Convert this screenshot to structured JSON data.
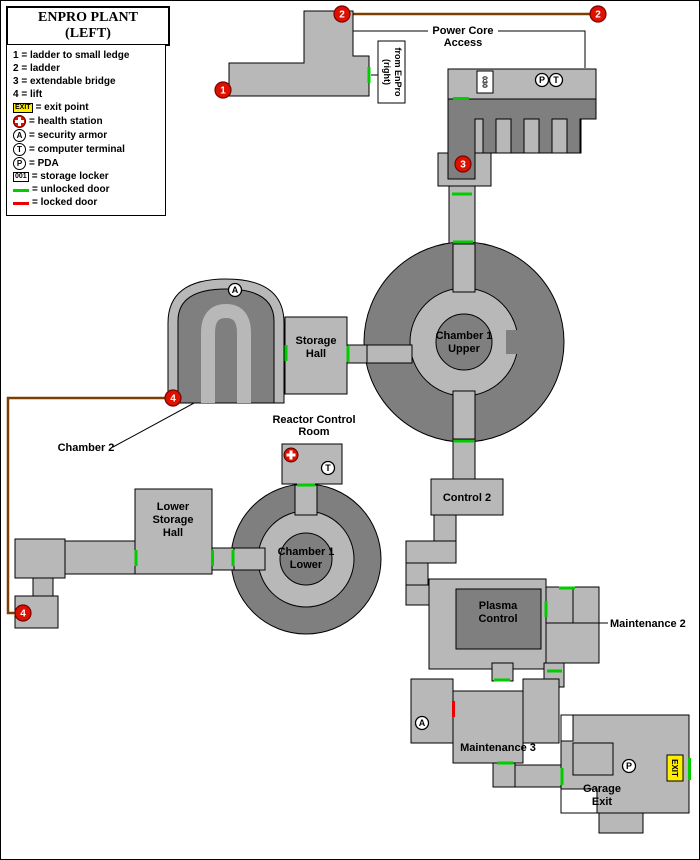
{
  "colors": {
    "background": "#ffffff",
    "room_light": "#b8b8b8",
    "room_dark": "#7f7f7f",
    "door_unlocked": "#00cc00",
    "door_locked": "#ee0000",
    "ladder_path": "#7b3f00",
    "marker_red": "#dd1100",
    "exit_yellow": "#ffee00"
  },
  "title": {
    "line1": "ENPRO PLANT",
    "line2": "(LEFT)"
  },
  "legend": {
    "item1": "1 = ladder to small ledge",
    "item2": "2 = ladder",
    "item3": "3 = extendable bridge",
    "item4": "4 = lift",
    "exit_badge": "EXIT",
    "exit_label": "= exit point",
    "health_label": "= health station",
    "armor_letter": "A",
    "armor_label": "= security armor",
    "terminal_letter": "T",
    "terminal_label": "= computer terminal",
    "pda_letter": "P",
    "pda_label": "= PDA",
    "locker_badge": "001",
    "locker_label": "= storage locker",
    "unlocked_label": "= unlocked door",
    "locked_label": "= locked door"
  },
  "rooms": {
    "power_core": {
      "line1": "Power Core",
      "line2": "Access"
    },
    "from_enpro": {
      "line1": "from EnPro",
      "line2": "(right)"
    },
    "storage_hall": {
      "line1": "Storage",
      "line2": "Hall"
    },
    "chamber1_upper": {
      "line1": "Chamber 1",
      "line2": "Upper"
    },
    "chamber2": {
      "label": "Chamber 2"
    },
    "reactor_control": {
      "line1": "Reactor Control",
      "line2": "Room"
    },
    "chamber1_lower": {
      "line1": "Chamber 1",
      "line2": "Lower"
    },
    "lower_storage_hall": {
      "line1": "Lower",
      "line2": "Storage",
      "line3": "Hall"
    },
    "control2": {
      "label": "Control 2"
    },
    "plasma_control": {
      "line1": "Plasma",
      "line2": "Control"
    },
    "maintenance2": {
      "label": "Maintenance 2"
    },
    "maintenance3": {
      "label": "Maintenance 3"
    },
    "garage_exit": {
      "line1": "Garage",
      "line2": "Exit"
    }
  },
  "markers": {
    "num1": "1",
    "num2": "2",
    "num3": "3",
    "num4": "4",
    "armor": "A",
    "terminal": "T",
    "pda": "P",
    "locker_030": "030",
    "exit": "EXIT"
  }
}
